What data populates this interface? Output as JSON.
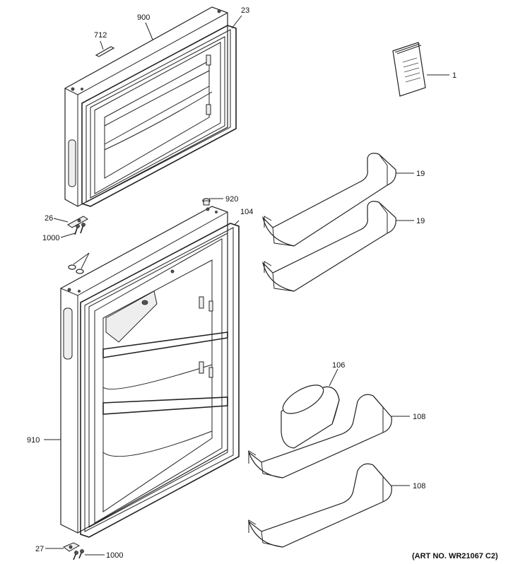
{
  "art_number": "(ART NO. WR21067 C2)",
  "callouts": {
    "c900": "900",
    "c23": "23",
    "c712": "712",
    "c1": "1",
    "c19a": "19",
    "c19b": "19",
    "c920": "920",
    "c104": "104",
    "c26": "26",
    "c1000a": "1000",
    "c106": "106",
    "c108a": "108",
    "c108b": "108",
    "c910": "910",
    "c27": "27",
    "c1000b": "1000"
  },
  "colors": {
    "line": "#222222",
    "background": "#ffffff"
  }
}
